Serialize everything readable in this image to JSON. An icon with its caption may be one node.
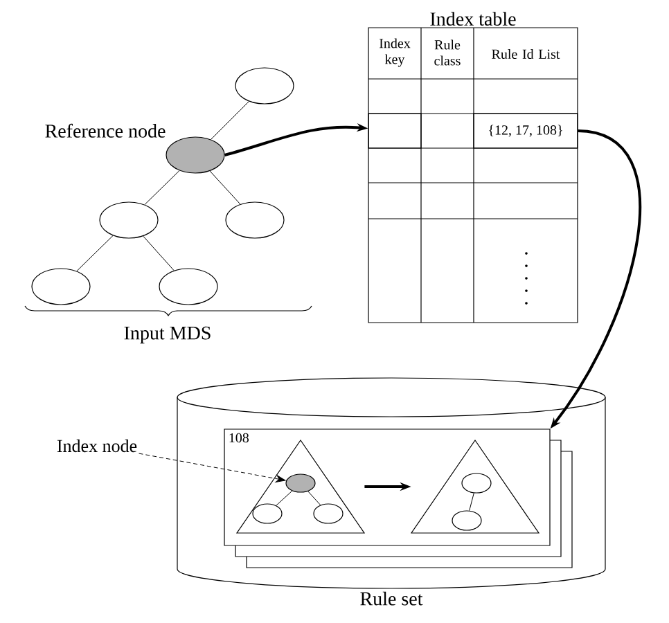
{
  "diagram": {
    "nodes": [
      {
        "text": [],
        "shape": "circle"
      },
      {
        "text": [],
        "shape": "circle",
        "beside": [
          "Reference node"
        ]
      },
      {
        "text": [],
        "shape": "circle"
      },
      {
        "text": [],
        "shape": "circle"
      },
      {
        "text": [],
        "shape": "circle"
      },
      {
        "text": [],
        "shape": "circle"
      },
      {
        "text": [
          "Index table"
        ]
      },
      {
        "text": [],
        "shape": "box",
        "in": 6
      },
      {
        "text": [
          "{12, 17, 108}"
        ],
        "in": 6
      },
      {
        "text": [
          "Rule set"
        ]
      },
      {
        "text": [
          "108"
        ],
        "in": 9
      },
      {
        "text": [],
        "shape": "triangle",
        "in": 10
      },
      {
        "text": [],
        "shape": "circle",
        "in": 11
      },
      {
        "text": [
          "Index node"
        ]
      },
      {
        "text": [],
        "shape": "circle",
        "in": 11
      },
      {
        "text": [],
        "shape": "circle",
        "in": 11
      },
      {
        "text": [],
        "shape": "triangle",
        "in": 10
      },
      {
        "text": [],
        "shape": "circle",
        "in": 16
      },
      {
        "text": [],
        "shape": "circle",
        "in": 16
      }
    ],
    "edges": [
      {
        "from": 0,
        "to": 1,
        "arrow": "none"
      },
      {
        "from": 1,
        "to": 2,
        "arrow": "none"
      },
      {
        "from": 1,
        "to": 3,
        "arrow": "none"
      },
      {
        "from": 2,
        "to": 4,
        "arrow": "none"
      },
      {
        "from": 2,
        "to": 5,
        "arrow": "none"
      },
      {
        "from": 1,
        "to": 7,
        "arrow": "to",
        "style": "thick"
      },
      {
        "from": 8,
        "to": 10,
        "arrow": "to",
        "style": "thick"
      },
      {
        "from": 12,
        "to": 14,
        "arrow": "none"
      },
      {
        "from": 12,
        "to": 15,
        "arrow": "none"
      },
      {
        "from": 11,
        "to": 16,
        "arrow": "to",
        "style": "thick"
      },
      {
        "from": 17,
        "to": 18,
        "arrow": "none"
      },
      {
        "from": 13,
        "to": 12,
        "arrow": "to",
        "style": "dashed"
      }
    ],
    "labels": [
      "Index key",
      "Rule class",
      "Rule Id List",
      "Input MDS"
    ]
  }
}
